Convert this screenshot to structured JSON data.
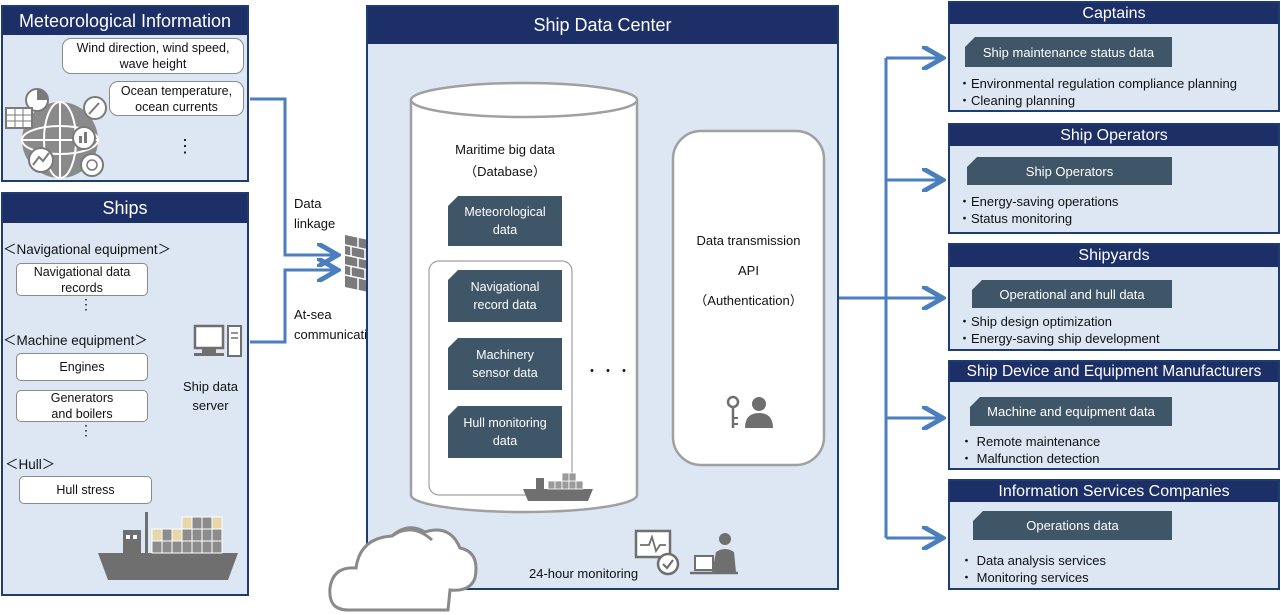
{
  "meteorological": {
    "title": "Meteorological Information",
    "items": [
      "Wind direction, wind speed,\nwave height",
      "Ocean temperature,\nocean currents"
    ],
    "ellipsis": "⋮"
  },
  "ships": {
    "title": "Ships",
    "nav_group": "＜Navigational equipment＞",
    "nav_item": "Navigational data\nrecords",
    "machine_group": "＜Machine equipment＞",
    "machine_items": [
      "Engines",
      "Generators\nand boilers"
    ],
    "hull_group": "＜Hull＞",
    "hull_item": "Hull stress",
    "server_label": "Ship data\nserver",
    "ellipsis": "⋮"
  },
  "links": {
    "data_linkage": "Data\nlinkage",
    "at_sea": "At-sea\ncommunications"
  },
  "center": {
    "title": "Ship Data Center",
    "db_title": "Maritime big data\n（Database）",
    "db_items": [
      "Meteorological\ndata",
      "Navigational\nrecord data",
      "Machinery\nsensor data",
      "Hull monitoring\ndata"
    ],
    "db_more": "・・・",
    "api_label": "Data transmission\n\nAPI\n\n（Authentication）",
    "monitoring": "24-hour monitoring"
  },
  "recipients": [
    {
      "title": "Captains",
      "tag": "Ship maintenance status data",
      "bullets": [
        "・Environmental regulation compliance planning",
        "・Cleaning planning"
      ]
    },
    {
      "title": "Ship Operators",
      "tag": "Ship Operators",
      "bullets": [
        "・Energy-saving operations",
        "・Status monitoring"
      ]
    },
    {
      "title": "Shipyards",
      "tag": "Operational and hull data",
      "bullets": [
        "・Ship design optimization",
        "・Energy-saving ship development"
      ]
    },
    {
      "title": "Ship Device and Equipment Manufacturers",
      "tag": "Machine and equipment data",
      "bullets": [
        "・ Remote maintenance",
        "・ Malfunction detection"
      ]
    },
    {
      "title": "Information Services Companies",
      "tag": "Operations data",
      "bullets": [
        "・ Data analysis services",
        "・ Monitoring services"
      ]
    }
  ],
  "colors": {
    "header": "#1c2f66",
    "panel": "#dde6f3",
    "arrow": "#4a7ebf",
    "data_box": "#3f5668"
  }
}
